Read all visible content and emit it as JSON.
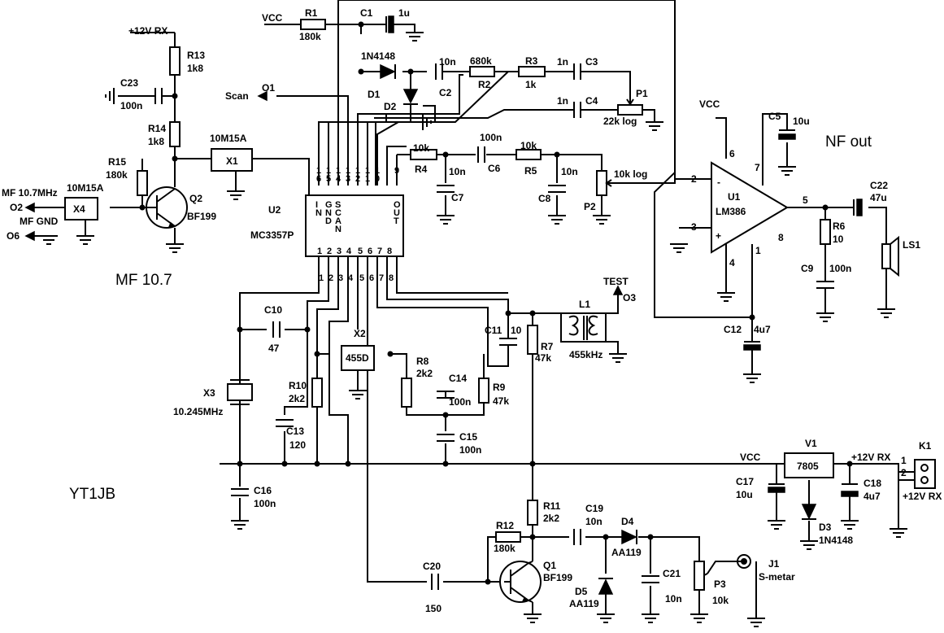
{
  "title": "YT1JB",
  "sections": {
    "mf": "MF 10.7",
    "nf": "NF out"
  },
  "rails": {
    "vcc": "VCC",
    "plus12": "+12V RX"
  },
  "ports": {
    "o1": "O1",
    "scan": "Scan",
    "o2": "O2",
    "mf_in": "MF 10.7MHz",
    "o6": "O6",
    "mf_gnd": "MF GND",
    "o3": "O3",
    "test": "TEST"
  },
  "ic_u2": {
    "ref": "U2",
    "part": "MC3357P",
    "top_pins": [
      {
        "num": "16",
        "name": "IN"
      },
      {
        "num": "15",
        "name": "GND"
      },
      {
        "num": "14",
        "name": "SCAN"
      },
      {
        "num": "13",
        "name": ""
      },
      {
        "num": "12",
        "name": ""
      },
      {
        "num": "11",
        "name": ""
      },
      {
        "num": "10",
        "name": ""
      },
      {
        "num": "9",
        "name": "OUT"
      }
    ],
    "bottom_pins": [
      "1",
      "2",
      "3",
      "4",
      "5",
      "6",
      "7",
      "8"
    ]
  },
  "ic_u1": {
    "ref": "U1",
    "part": "LM386",
    "pins": [
      "2",
      "3",
      "6",
      "4",
      "1",
      "8",
      "7",
      "5"
    ],
    "minus": "-",
    "plus": "+"
  },
  "components": {
    "r1": {
      "ref": "R1",
      "val": "180k"
    },
    "r2": {
      "ref": "R2",
      "val": "680k"
    },
    "r3": {
      "ref": "R3",
      "val": "1k"
    },
    "r4": {
      "ref": "R4",
      "val": "10k"
    },
    "r5": {
      "ref": "R5",
      "val": "10k"
    },
    "r6": {
      "ref": "R6",
      "val": "10"
    },
    "r7": {
      "ref": "R7",
      "val": "47k"
    },
    "r8": {
      "ref": "R8",
      "val": "2k2"
    },
    "r9": {
      "ref": "R9",
      "val": "47k"
    },
    "r10": {
      "ref": "R10",
      "val": "2k2"
    },
    "r11": {
      "ref": "R11",
      "val": "2k2"
    },
    "r12": {
      "ref": "R12",
      "val": "180k"
    },
    "r13": {
      "ref": "R13",
      "val": "1k8"
    },
    "r14": {
      "ref": "R14",
      "val": "1k8"
    },
    "r15": {
      "ref": "R15",
      "val": "180k"
    },
    "c1": {
      "ref": "C1",
      "val": "1u"
    },
    "c2": {
      "ref": "C2",
      "val": "10n"
    },
    "c3": {
      "ref": "C3",
      "val": "1n"
    },
    "c4": {
      "ref": "C4",
      "val": "1n"
    },
    "c5": {
      "ref": "C5",
      "val": "10u"
    },
    "c6": {
      "ref": "C6",
      "val": "100n"
    },
    "c7": {
      "ref": "C7",
      "val": "10n"
    },
    "c8": {
      "ref": "C8",
      "val": "10n"
    },
    "c9": {
      "ref": "C9",
      "val": "100n"
    },
    "c10": {
      "ref": "C10",
      "val": "47"
    },
    "c11": {
      "ref": "C11",
      "val": "10"
    },
    "c12": {
      "ref": "C12",
      "val": "4u7"
    },
    "c13": {
      "ref": "C13",
      "val": "120"
    },
    "c14": {
      "ref": "C14",
      "val": "100n"
    },
    "c15": {
      "ref": "C15",
      "val": "100n"
    },
    "c16": {
      "ref": "C16",
      "val": "100n"
    },
    "c17": {
      "ref": "C17",
      "val": "10u"
    },
    "c18": {
      "ref": "C18",
      "val": "4u7"
    },
    "c19": {
      "ref": "C19",
      "val": "10n"
    },
    "c20": {
      "ref": "C20",
      "val": "150"
    },
    "c21": {
      "ref": "C21",
      "val": "10n"
    },
    "c22": {
      "ref": "C22",
      "val": "47u"
    },
    "c23": {
      "ref": "C23",
      "val": "100n"
    },
    "d1": {
      "ref": "D1",
      "val": "1N4148"
    },
    "d2": {
      "ref": "D2"
    },
    "d3": {
      "ref": "D3",
      "val": "1N4148"
    },
    "d4": {
      "ref": "D4",
      "val": "AA119"
    },
    "d5": {
      "ref": "D5",
      "val": "AA119"
    },
    "p1": {
      "ref": "P1",
      "val": "22k log"
    },
    "p2": {
      "ref": "P2",
      "val": "10k log"
    },
    "p3": {
      "ref": "P3",
      "val": "10k"
    },
    "q1": {
      "ref": "Q1",
      "val": "BF199"
    },
    "q2": {
      "ref": "Q2",
      "val": "BF199"
    },
    "x1": {
      "ref": "X1",
      "val": "10M15A"
    },
    "x2": {
      "ref": "X2",
      "val": "455D"
    },
    "x3": {
      "ref": "X3",
      "val": "10.245MHz"
    },
    "x4": {
      "ref": "X4",
      "val": "10M15A"
    },
    "l1": {
      "ref": "L1",
      "val": "455kHz"
    },
    "v1": {
      "ref": "V1",
      "val": "7805"
    },
    "k1": {
      "ref": "K1",
      "pins": [
        "1",
        "2"
      ]
    },
    "ls1": {
      "ref": "LS1"
    },
    "j1": {
      "ref": "J1",
      "val": "S-metar"
    }
  }
}
